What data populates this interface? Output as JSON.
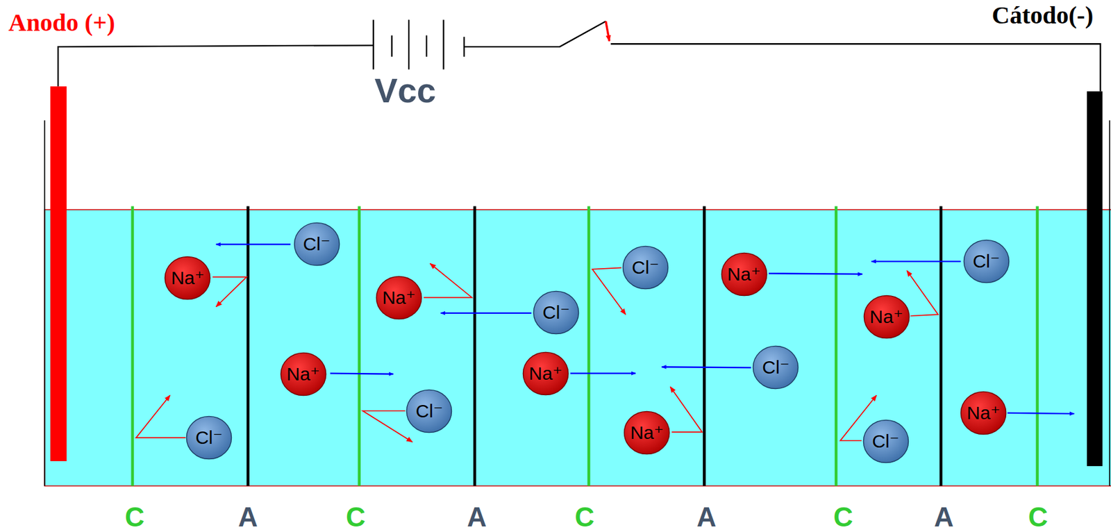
{
  "diagram": {
    "nodes": [
      {
        "text": [
          "Cl⁻"
        ]
      },
      {
        "text": [
          "Na⁺"
        ]
      },
      {
        "text": [
          "Cl⁻"
        ]
      },
      {
        "text": [
          "Na⁺"
        ]
      },
      {
        "text": [
          "Na⁺"
        ]
      },
      {
        "text": [
          "Cl⁻"
        ]
      },
      {
        "text": [
          "Cl⁻"
        ]
      },
      {
        "text": [
          "Cl⁻"
        ]
      },
      {
        "text": [
          "Na⁺"
        ]
      },
      {
        "text": [
          "Na⁺"
        ]
      },
      {
        "text": [
          "Cl⁻"
        ]
      },
      {
        "text": [
          "Na⁺"
        ]
      },
      {
        "text": [
          "Na⁺"
        ]
      },
      {
        "text": [
          "Cl⁻"
        ]
      },
      {
        "text": [
          "Cl⁻"
        ]
      },
      {
        "text": [
          "Na⁺"
        ]
      }
    ],
    "labels": [
      "Anodo (+)",
      "Vcc",
      "Cátodo(-)",
      "C",
      "A",
      "C",
      "A",
      "C",
      "A",
      "C",
      "A",
      "C"
    ]
  }
}
